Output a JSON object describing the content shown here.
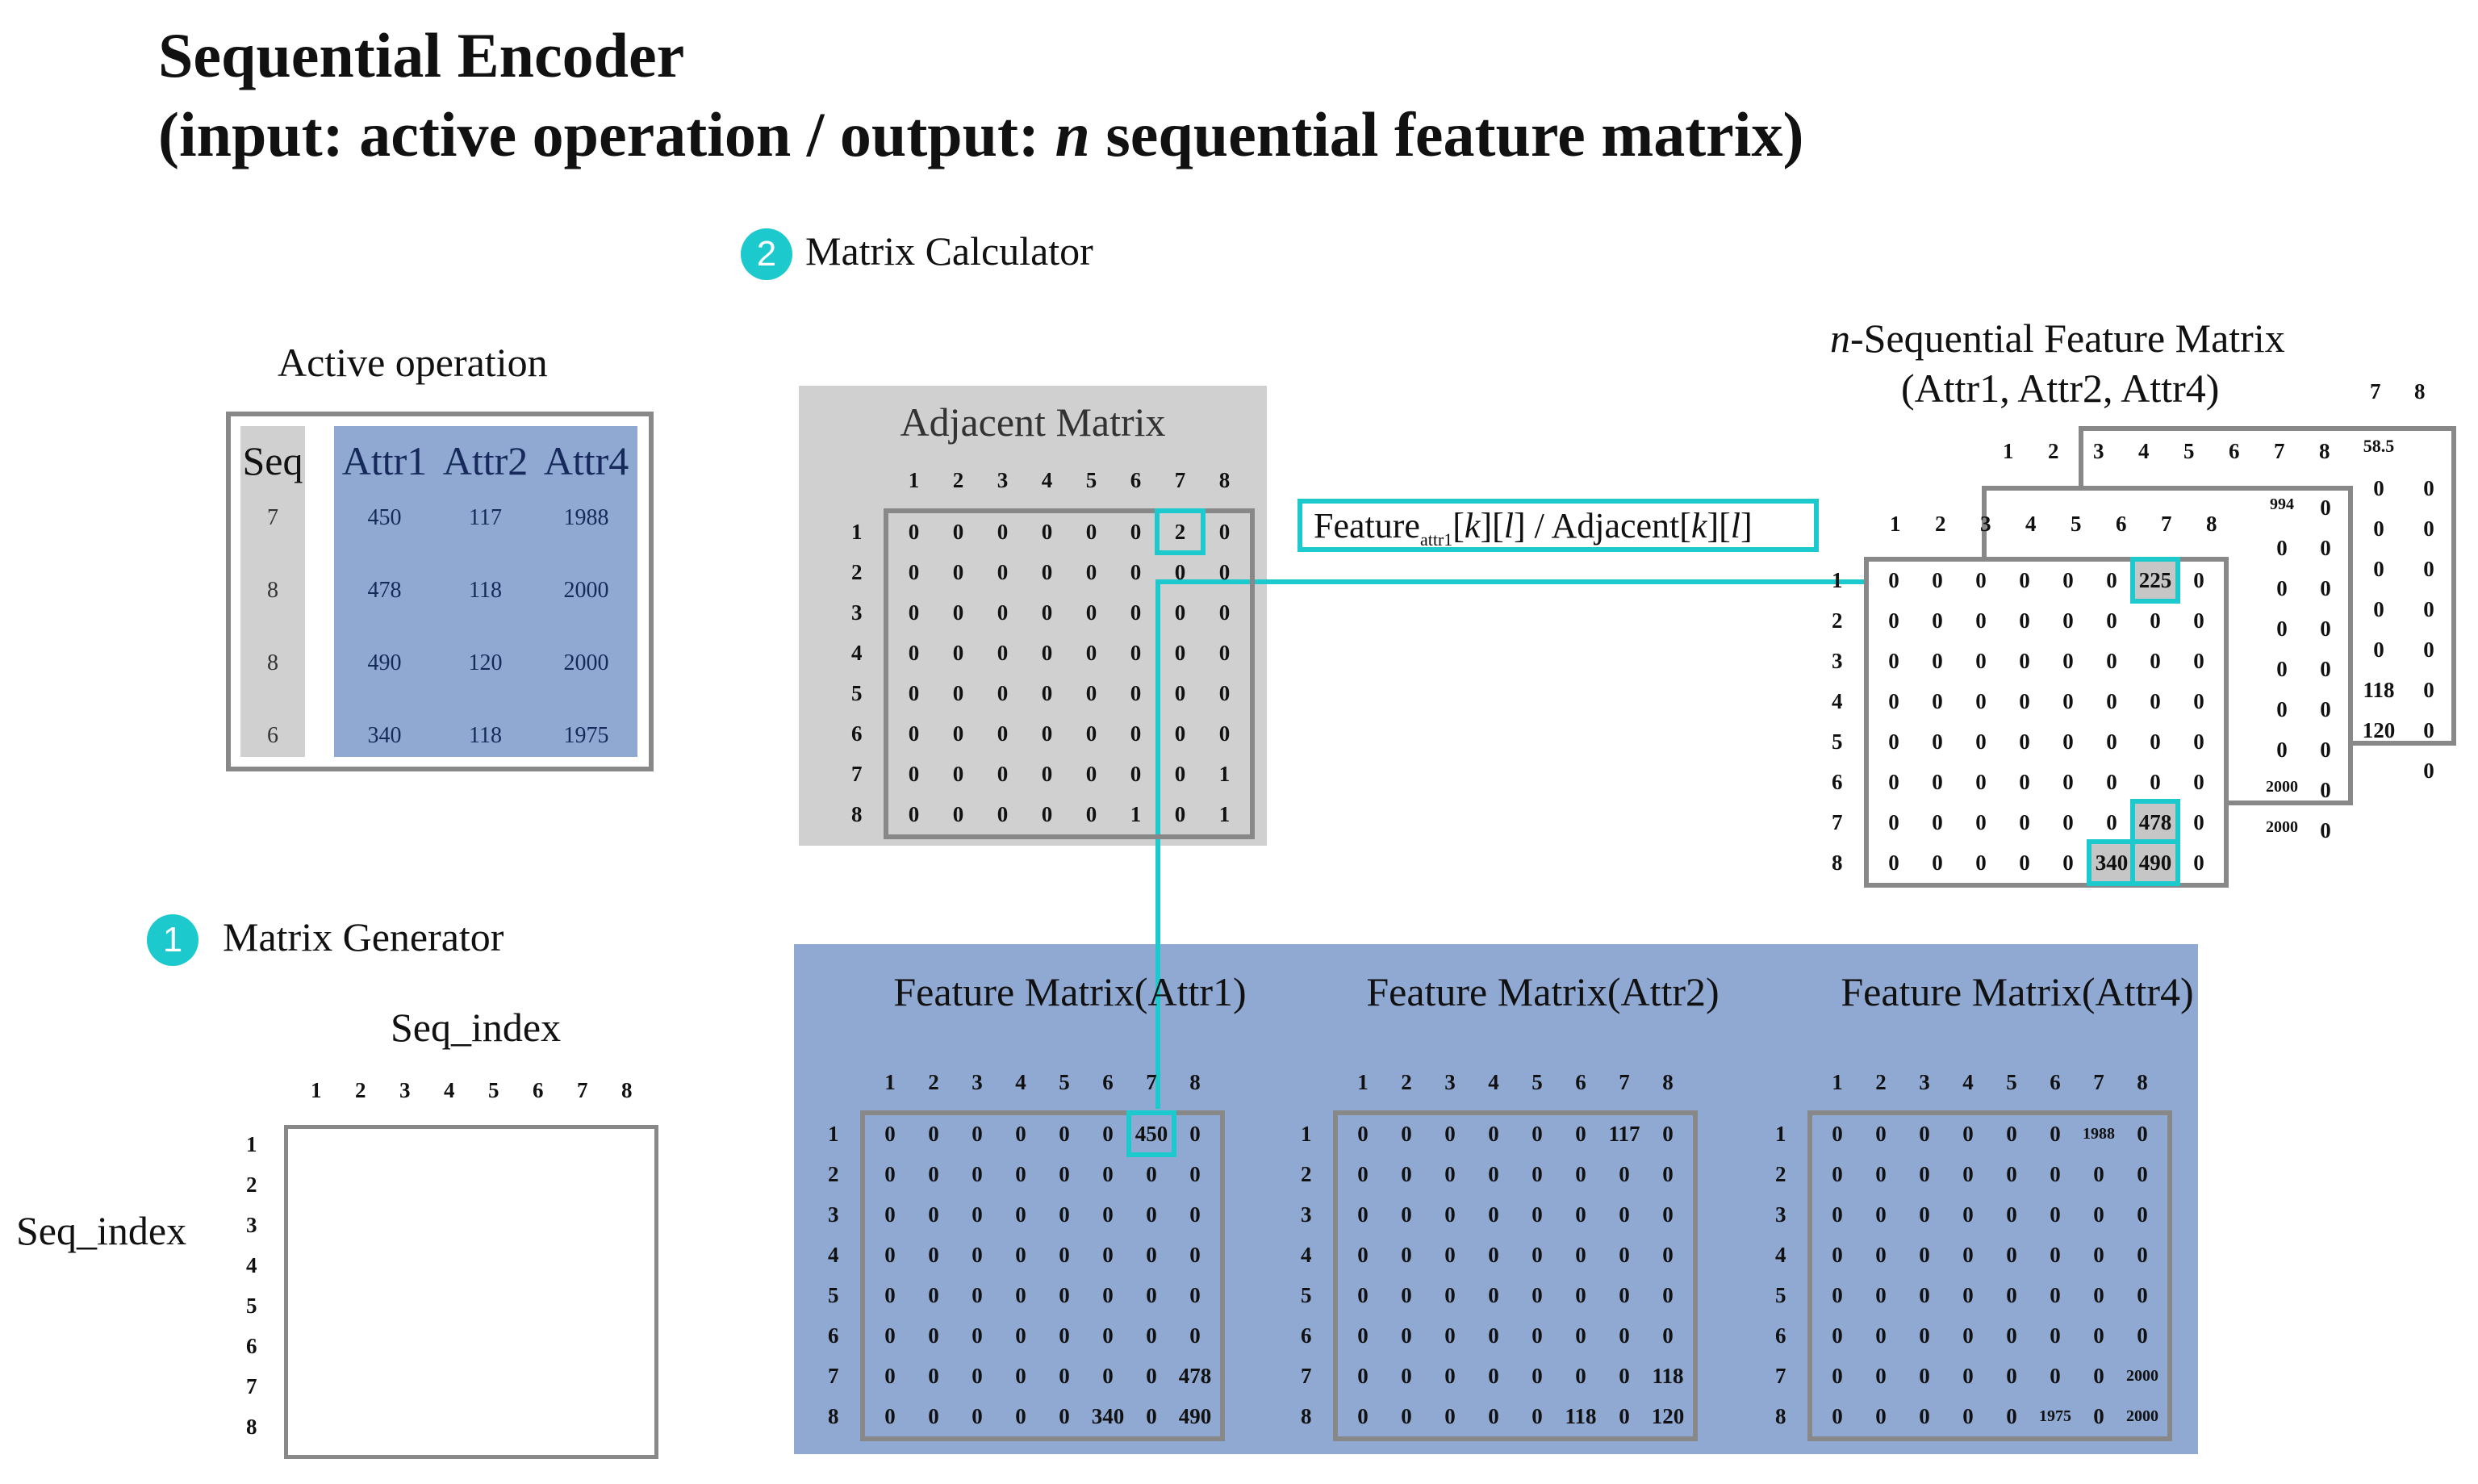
{
  "title": {
    "line1": "Sequential Encoder",
    "line2_pre": "(input: active operation / output: ",
    "line2_n": "n",
    "line2_post": " sequential feature matrix)"
  },
  "colors": {
    "accent": "#1cc9cc",
    "feature_panel": "#8fa9d3",
    "adjacent_panel": "#d0d0d0",
    "frame": "#888888"
  },
  "active_operation": {
    "title": "Active operation",
    "headers": [
      "Seq",
      "Attr1",
      "Attr2",
      "Attr4"
    ],
    "rows": [
      [
        "7",
        "450",
        "117",
        "1988"
      ],
      [
        "8",
        "478",
        "118",
        "2000"
      ],
      [
        "8",
        "490",
        "120",
        "2000"
      ],
      [
        "6",
        "340",
        "118",
        "1975"
      ]
    ]
  },
  "matrix_calculator": {
    "badge": "2",
    "label": "Matrix Calculator"
  },
  "matrix_generator": {
    "badge": "1",
    "label": "Matrix Generator"
  },
  "seq_index": {
    "top_label": "Seq_index",
    "left_label": "Seq_index"
  },
  "indices": [
    "1",
    "2",
    "3",
    "4",
    "5",
    "6",
    "7",
    "8"
  ],
  "adjacent": {
    "title": "Adjacent Matrix",
    "rows": [
      [
        "0",
        "0",
        "0",
        "0",
        "0",
        "0",
        "2",
        "0"
      ],
      [
        "0",
        "0",
        "0",
        "0",
        "0",
        "0",
        "0",
        "0"
      ],
      [
        "0",
        "0",
        "0",
        "0",
        "0",
        "0",
        "0",
        "0"
      ],
      [
        "0",
        "0",
        "0",
        "0",
        "0",
        "0",
        "0",
        "0"
      ],
      [
        "0",
        "0",
        "0",
        "0",
        "0",
        "0",
        "0",
        "0"
      ],
      [
        "0",
        "0",
        "0",
        "0",
        "0",
        "0",
        "0",
        "0"
      ],
      [
        "0",
        "0",
        "0",
        "0",
        "0",
        "0",
        "0",
        "1"
      ],
      [
        "0",
        "0",
        "0",
        "0",
        "0",
        "1",
        "0",
        "1"
      ]
    ]
  },
  "formula": {
    "feature": "Feature",
    "sub": "attr1",
    "k": "k",
    "l": "l",
    "divider": " / ",
    "adjacent": "Adjacent"
  },
  "feature_matrices": [
    {
      "title": "Feature Matrix(Attr1)",
      "rows": [
        [
          "0",
          "0",
          "0",
          "0",
          "0",
          "0",
          "450",
          "0"
        ],
        [
          "0",
          "0",
          "0",
          "0",
          "0",
          "0",
          "0",
          "0"
        ],
        [
          "0",
          "0",
          "0",
          "0",
          "0",
          "0",
          "0",
          "0"
        ],
        [
          "0",
          "0",
          "0",
          "0",
          "0",
          "0",
          "0",
          "0"
        ],
        [
          "0",
          "0",
          "0",
          "0",
          "0",
          "0",
          "0",
          "0"
        ],
        [
          "0",
          "0",
          "0",
          "0",
          "0",
          "0",
          "0",
          "0"
        ],
        [
          "0",
          "0",
          "0",
          "0",
          "0",
          "0",
          "0",
          "478"
        ],
        [
          "0",
          "0",
          "0",
          "0",
          "0",
          "340",
          "0",
          "490"
        ]
      ]
    },
    {
      "title": "Feature Matrix(Attr2)",
      "rows": [
        [
          "0",
          "0",
          "0",
          "0",
          "0",
          "0",
          "117",
          "0"
        ],
        [
          "0",
          "0",
          "0",
          "0",
          "0",
          "0",
          "0",
          "0"
        ],
        [
          "0",
          "0",
          "0",
          "0",
          "0",
          "0",
          "0",
          "0"
        ],
        [
          "0",
          "0",
          "0",
          "0",
          "0",
          "0",
          "0",
          "0"
        ],
        [
          "0",
          "0",
          "0",
          "0",
          "0",
          "0",
          "0",
          "0"
        ],
        [
          "0",
          "0",
          "0",
          "0",
          "0",
          "0",
          "0",
          "0"
        ],
        [
          "0",
          "0",
          "0",
          "0",
          "0",
          "0",
          "0",
          "118"
        ],
        [
          "0",
          "0",
          "0",
          "0",
          "0",
          "118",
          "0",
          "120"
        ]
      ]
    },
    {
      "title": "Feature Matrix(Attr4)",
      "rows": [
        [
          "0",
          "0",
          "0",
          "0",
          "0",
          "0",
          "1988",
          "0"
        ],
        [
          "0",
          "0",
          "0",
          "0",
          "0",
          "0",
          "0",
          "0"
        ],
        [
          "0",
          "0",
          "0",
          "0",
          "0",
          "0",
          "0",
          "0"
        ],
        [
          "0",
          "0",
          "0",
          "0",
          "0",
          "0",
          "0",
          "0"
        ],
        [
          "0",
          "0",
          "0",
          "0",
          "0",
          "0",
          "0",
          "0"
        ],
        [
          "0",
          "0",
          "0",
          "0",
          "0",
          "0",
          "0",
          "0"
        ],
        [
          "0",
          "0",
          "0",
          "0",
          "0",
          "0",
          "0",
          "2000"
        ],
        [
          "0",
          "0",
          "0",
          "0",
          "0",
          "1975",
          "0",
          "2000"
        ]
      ]
    }
  ],
  "sequential": {
    "title_n": "n",
    "title_rest": "-Sequential Feature Matrix",
    "subtitle": "(Attr1, Attr2, Attr4)",
    "front_rows": [
      [
        "0",
        "0",
        "0",
        "0",
        "0",
        "0",
        "225",
        "0"
      ],
      [
        "0",
        "0",
        "0",
        "0",
        "0",
        "0",
        "0",
        "0"
      ],
      [
        "0",
        "0",
        "0",
        "0",
        "0",
        "0",
        "0",
        "0"
      ],
      [
        "0",
        "0",
        "0",
        "0",
        "0",
        "0",
        "0",
        "0"
      ],
      [
        "0",
        "0",
        "0",
        "0",
        "0",
        "0",
        "0",
        "0"
      ],
      [
        "0",
        "0",
        "0",
        "0",
        "0",
        "0",
        "0",
        "0"
      ],
      [
        "0",
        "0",
        "0",
        "0",
        "0",
        "0",
        "478",
        "0"
      ],
      [
        "0",
        "0",
        "0",
        "0",
        "0",
        "340",
        "490",
        "0"
      ]
    ],
    "middle_col": [
      "994",
      "0",
      "0",
      "0",
      "0",
      "0",
      "0",
      "2000",
      "2000"
    ],
    "middle_col0": [
      "0",
      "0",
      "0",
      "0",
      "0",
      "0",
      "0",
      "0",
      "0"
    ],
    "back_col": [
      "58.5",
      "0",
      "0",
      "0",
      "0",
      "0",
      "118",
      "120"
    ],
    "back_col0": [
      "0",
      "0",
      "0",
      "0",
      "0",
      "0",
      "0",
      "0"
    ]
  }
}
